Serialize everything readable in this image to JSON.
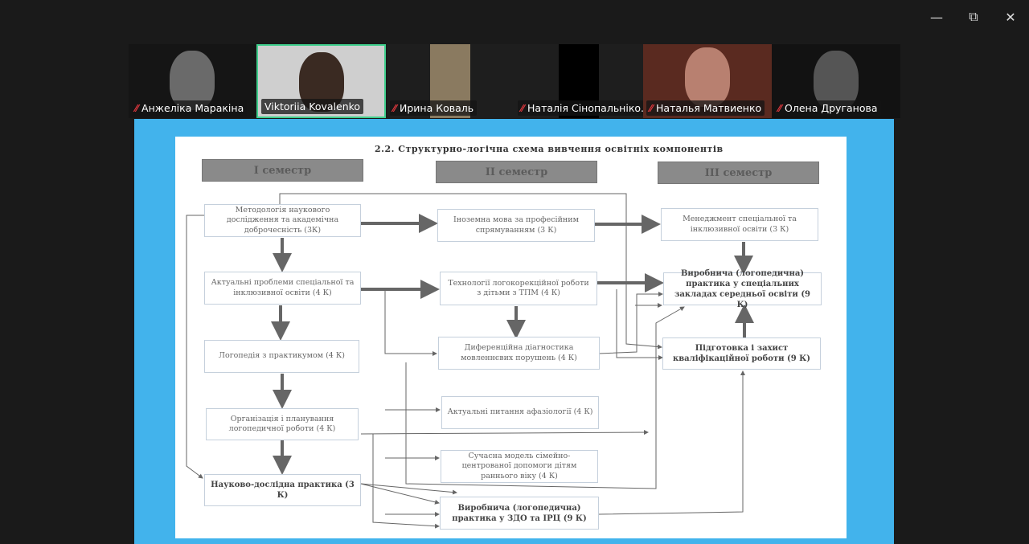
{
  "window": {
    "minimize_icon": "minimize-icon",
    "restore_icon": "restore-icon",
    "close_icon": "close-icon"
  },
  "participants": [
    {
      "name": "Анжеліка Маракіна",
      "muted": true
    },
    {
      "name": "Viktoriia Kovalenko",
      "muted": false,
      "active_speaker": true
    },
    {
      "name": "Ирина Коваль",
      "muted": true
    },
    {
      "name": "Наталія Сінопальніко...",
      "muted": true
    },
    {
      "name": "Наталья Матвиенко",
      "muted": true
    },
    {
      "name": "Олена Друганова",
      "muted": true
    }
  ],
  "colors": {
    "share_bg": "#42b3ec",
    "active_border": "#3fce8c",
    "muted": "#e0383e"
  },
  "slide": {
    "title": "2.2. Структурно-логічна схема вивчення освітніх компонентів",
    "semesters": [
      "I семестр",
      "II семестр",
      "III семестр"
    ],
    "col1": [
      "Методологія наукового дослідження та академічна доброчесність (3К)",
      "Актуальні проблеми спеціальної та інклюзивної освіти (4 К)",
      "Логопедія з практикумом (4 К)",
      "Організація і планування логопедичної роботи (4 К)",
      "Науково-дослідна практика (3 К)"
    ],
    "col2": [
      "Іноземна мова за професійним спрямуванням (3 К)",
      "Технології логокорекційної роботи з дітьми з ТПМ (4 К)",
      "Диференційна діагностика мовленнєвих порушень (4 К)",
      "Актуальні питання афазіології (4 К)",
      "Сучасна модель сімейно-центрованої допомоги дітям раннього віку (4 К)",
      "Виробнича (логопедична) практика у ЗДО та ІРЦ (9 К)"
    ],
    "col3": [
      "Менеджмент спеціальної та інклюзивної освіти (3 К)",
      "Виробнича (логопедична) практика у спеціальних закладах середньої освіти (9 К)",
      "Підготовка і захист кваліфікаційної роботи (9 К)"
    ]
  }
}
